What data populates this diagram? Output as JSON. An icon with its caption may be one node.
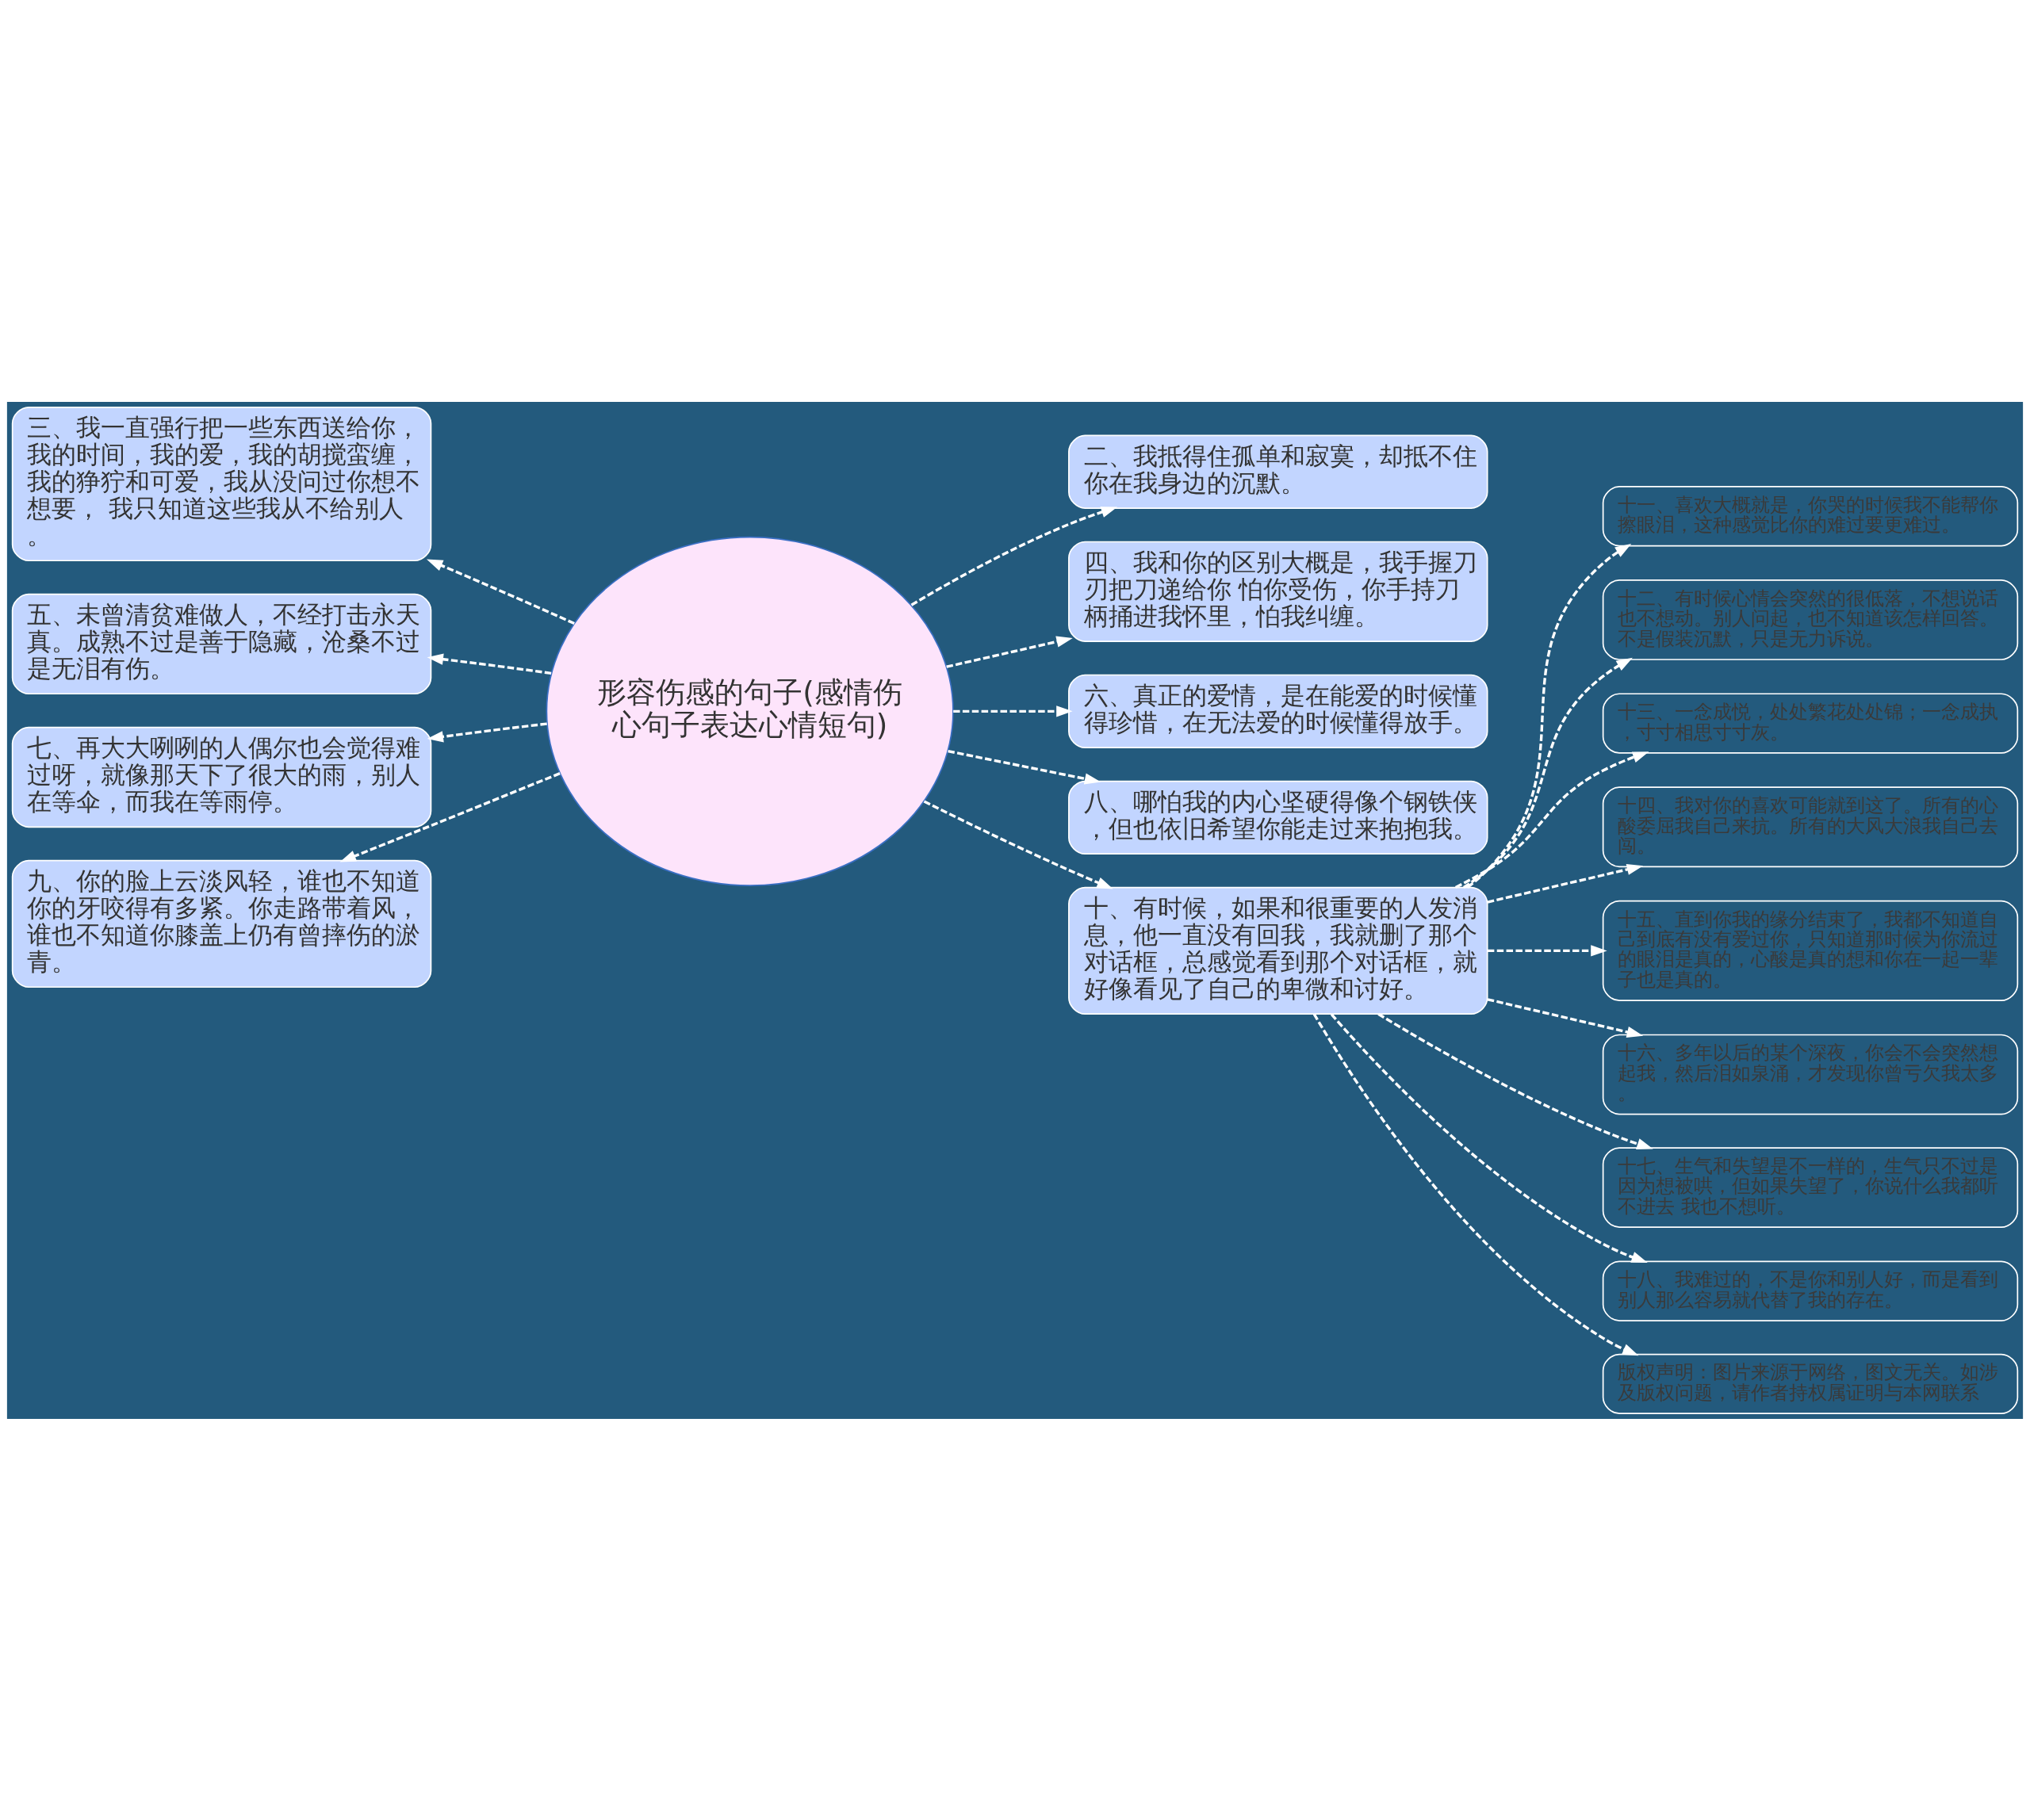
{
  "diagram": {
    "nodes": [
      {
        "text": [
          "形容伤感的句子(感情伤心句子表达心情短句)"
        ]
      },
      {
        "text": [
          "二、我抵得住孤单和寂寞，却抵不住你在我身边的沉默。"
        ]
      },
      {
        "text": [
          "三、我一直强行把一些东西送给你，我的时间，我的爱，我的胡搅蛮缠，我的狰狞和可爱，我从没问过你想不想要， 我只知道这些我从不给别人。"
        ]
      },
      {
        "text": [
          "四、我和你的区别大概是，我手握刀刃把刀递给你 怕你受伤，你手持刀柄捅进我怀里，怕我纠缠。"
        ]
      },
      {
        "text": [
          "五、未曾清贫难做人，不经打击永天真。成熟不过是善于隐藏，沧桑不过是无泪有伤。"
        ]
      },
      {
        "text": [
          "六、真正的爱情，是在能爱的时候懂得珍惜，在无法爱的时候懂得放手。"
        ]
      },
      {
        "text": [
          "七、再大大咧咧的人偶尔也会觉得难过呀，就像那天下了很大的雨，别人在等伞，而我在等雨停。"
        ]
      },
      {
        "text": [
          "八、哪怕我的内心坚硬得像个钢铁侠，但也依旧希望你能走过来抱抱我。"
        ]
      },
      {
        "text": [
          "九、你的脸上云淡风轻，谁也不知道你的牙咬得有多紧。你走路带着风，谁也不知道你膝盖上仍有曾摔伤的淤青。"
        ]
      },
      {
        "text": [
          "十、有时候，如果和很重要的人发消息，他一直没有回我，我就删了那个对话框，总感觉看到那个对话框，就好像看见了自己的卑微和讨好。"
        ]
      },
      {
        "text": [
          "十一、喜欢大概就是，你哭的时候我不能帮你擦眼泪，这种感觉比你的难过要更难过。"
        ]
      },
      {
        "text": [
          "十二、有时候心情会突然的很低落，不想说话也不想动。别人问起，也不知道该怎样回答。不是假装沉默，只是无力诉说。"
        ]
      },
      {
        "text": [
          "十三、一念成悦，处处繁花处处锦；一念成执，寸寸相思寸寸灰。"
        ]
      },
      {
        "text": [
          "十四、我对你的喜欢可能就到这了。所有的心酸委屈我自己来抗。所有的大风大浪我自己去闯。"
        ]
      },
      {
        "text": [
          "十五、直到你我的缘分结束了，我都不知道自己到底有没有爱过你，只知道那时候为你流过的眼泪是真的，心酸是真的想和你在一起一辈子也是真的。"
        ]
      },
      {
        "text": [
          "十六、多年以后的某个深夜，你会不会突然想起我，然后泪如泉涌，才发现你曾亏欠我太多。"
        ]
      },
      {
        "text": [
          "十七、生气和失望是不一样的，生气只不过是因为想被哄，但如果失望了，你说什么我都听不进去 我也不想听。"
        ]
      },
      {
        "text": [
          "十八、我难过的，不是你和别人好，而是看到别人那么容易就代替了我的存在。"
        ]
      },
      {
        "text": [
          "版权声明：图片来源于网络，图文无关。如涉及版权问题，请作者持权属证明与本网联系"
        ]
      }
    ],
    "edges": [
      {
        "from": 0,
        "to": 1,
        "arrow": "to",
        "style": "dashed"
      },
      {
        "from": 0,
        "to": 2,
        "arrow": "to",
        "style": "dashed"
      },
      {
        "from": 0,
        "to": 3,
        "arrow": "to",
        "style": "dashed"
      },
      {
        "from": 0,
        "to": 4,
        "arrow": "to",
        "style": "dashed"
      },
      {
        "from": 0,
        "to": 5,
        "arrow": "to",
        "style": "dashed"
      },
      {
        "from": 0,
        "to": 6,
        "arrow": "to",
        "style": "dashed"
      },
      {
        "from": 0,
        "to": 7,
        "arrow": "to",
        "style": "dashed"
      },
      {
        "from": 0,
        "to": 8,
        "arrow": "to",
        "style": "dashed"
      },
      {
        "from": 0,
        "to": 9,
        "arrow": "to",
        "style": "dashed"
      },
      {
        "from": 9,
        "to": 10,
        "arrow": "to",
        "style": "dashed"
      },
      {
        "from": 9,
        "to": 11,
        "arrow": "to",
        "style": "dashed"
      },
      {
        "from": 9,
        "to": 12,
        "arrow": "to",
        "style": "dashed"
      },
      {
        "from": 9,
        "to": 13,
        "arrow": "to",
        "style": "dashed"
      },
      {
        "from": 9,
        "to": 14,
        "arrow": "to",
        "style": "dashed"
      },
      {
        "from": 9,
        "to": 15,
        "arrow": "to",
        "style": "dashed"
      },
      {
        "from": 9,
        "to": 16,
        "arrow": "to",
        "style": "dashed"
      },
      {
        "from": 9,
        "to": 17,
        "arrow": "to",
        "style": "dashed"
      },
      {
        "from": 9,
        "to": 18,
        "arrow": "to",
        "style": "dashed"
      }
    ]
  }
}
